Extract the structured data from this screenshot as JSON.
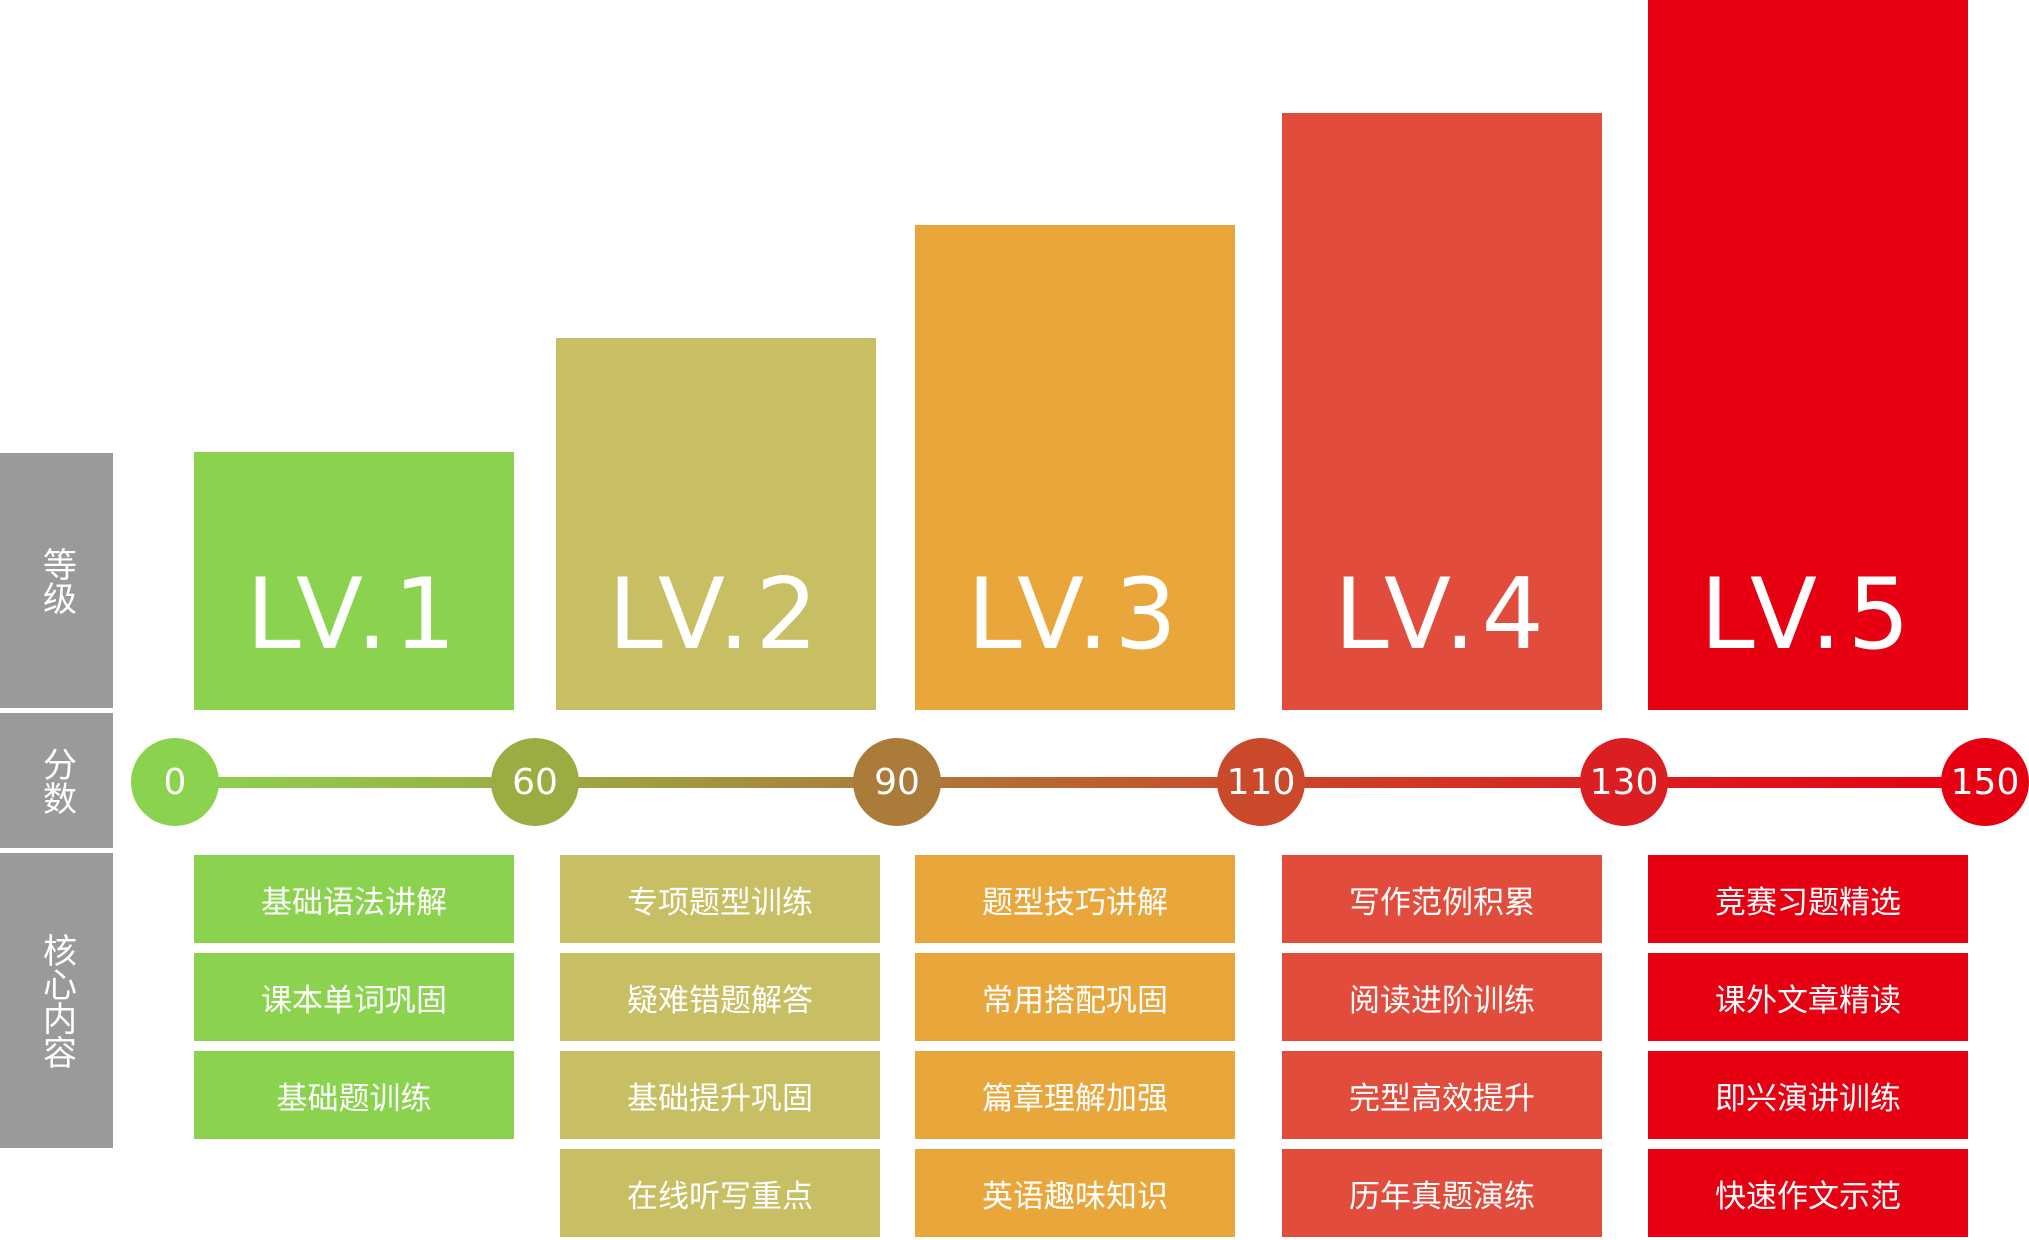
{
  "side_labels": {
    "level": "等级",
    "score": "分数",
    "content": "核心内容"
  },
  "colors": {
    "sidebar": "#9a9a9a",
    "lv1": "#8bd34f",
    "lv2": "#c8bf65",
    "lv3": "#e9a63b",
    "lv4": "#e14c3c",
    "lv5": "#e60012"
  },
  "levels": [
    {
      "label": "LV.1",
      "color": "#8bd34f"
    },
    {
      "label": "LV.2",
      "color": "#c8bf65"
    },
    {
      "label": "LV.3",
      "color": "#e9a63b"
    },
    {
      "label": "LV.4",
      "color": "#e14c3c"
    },
    {
      "label": "LV.5",
      "color": "#e60012"
    }
  ],
  "scores": [
    {
      "value": "0",
      "color": "#8bd34f"
    },
    {
      "value": "60",
      "color": "#9bac43"
    },
    {
      "value": "90",
      "color": "#ab7b39"
    },
    {
      "value": "110",
      "color": "#c9492a"
    },
    {
      "value": "130",
      "color": "#da1e22"
    },
    {
      "value": "150",
      "color": "#e60012"
    }
  ],
  "contents": [
    [
      "基础语法讲解",
      "课本单词巩固",
      "基础题训练"
    ],
    [
      "专项题型训练",
      "疑难错题解答",
      "基础提升巩固",
      "在线听写重点"
    ],
    [
      "题型技巧讲解",
      "常用搭配巩固",
      "篇章理解加强",
      "英语趣味知识"
    ],
    [
      "写作范例积累",
      "阅读进阶训练",
      "完型高效提升",
      "历年真题演练"
    ],
    [
      "竞赛习题精选",
      "课外文章精读",
      "即兴演讲训练",
      "快速作文示范"
    ]
  ]
}
